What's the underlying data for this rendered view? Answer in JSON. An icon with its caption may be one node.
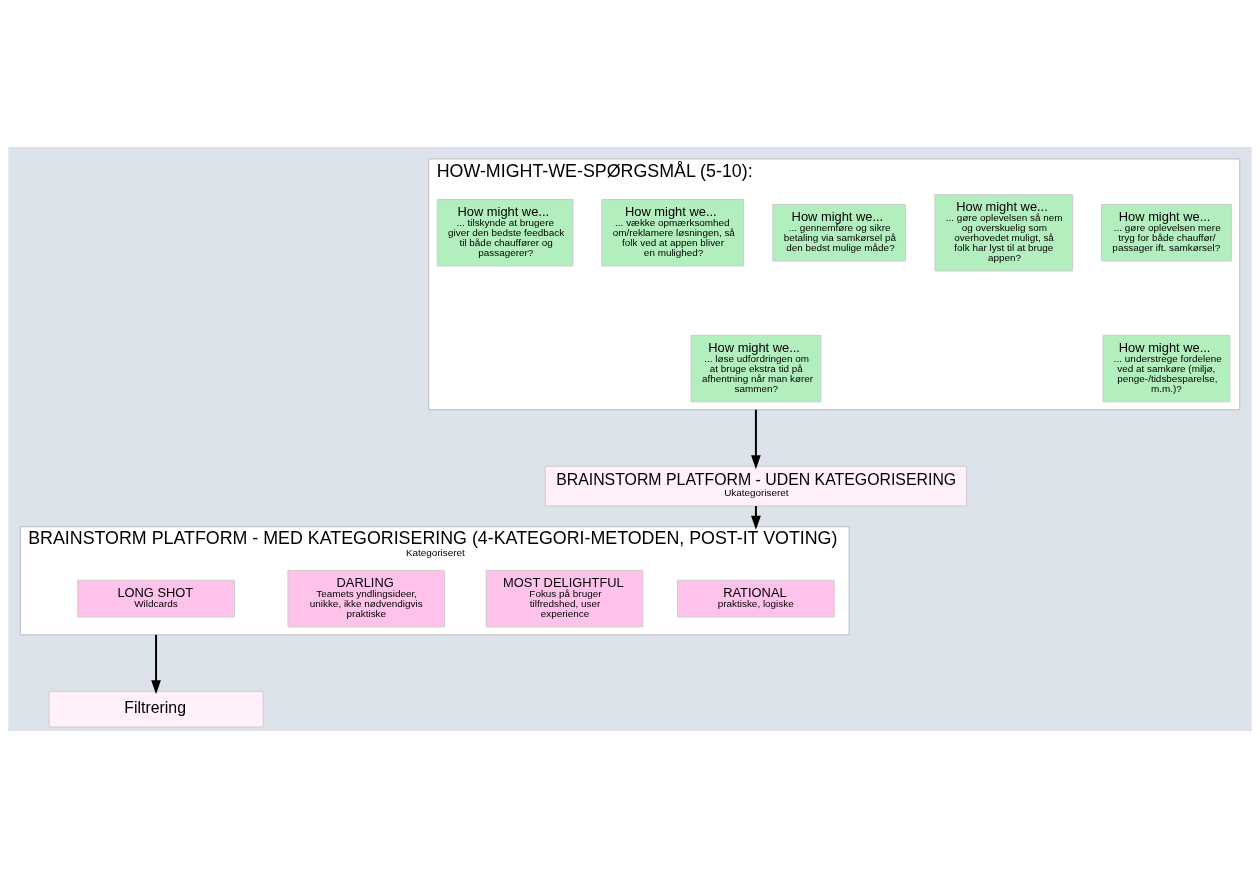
{
  "diagram": {
    "nodes": [
      {
        "text": [
          "BRAINSTORM PLATFORM - UDEN KATEGORISERING",
          "Ukategoriseret"
        ]
      },
      {
        "text": [
          "HOW-MIGHT-WE-SPØRGSMÅL (5-10):"
        ]
      },
      {
        "text": [
          "How might we...",
          "... gøre oplevelsen mere tryg for både chauffør/ passager ift. samkørsel?"
        ],
        "in": 1
      },
      {
        "text": [
          "How might we...",
          "... gøre oplevelsen så nem og overskuelig som overhovedet muligt, så folk har lyst til at bruge appen?"
        ],
        "in": 1
      },
      {
        "text": [
          "How might we...",
          "... gennemføre og sikre betaling via samkørsel på den bedst mulige måde?"
        ],
        "in": 1
      },
      {
        "text": [
          "How might we...",
          "... vække opmærksomhed om/reklamere løsningen, så folk ved at appen bliver en mulighed?"
        ],
        "in": 1
      },
      {
        "text": [
          "How might we...",
          "... tilskynde at brugere giver den bedste feedback til både chauffører og passagerer?"
        ],
        "in": 1
      },
      {
        "text": [
          "How might we...",
          "... understrege fordelene ved at samkøre (miljø, penge-/tidsbesparelse, m.m.)?"
        ],
        "in": 1
      },
      {
        "text": [
          "How might we...",
          "... løse udfordringen om at bruge ekstra tid på afhentning når man kører sammen?"
        ],
        "in": 1
      },
      {
        "text": [
          "BRAINSTORM PLATFORM - MED KATEGORISERING (4-KATEGORI-METODEN, POST-IT VOTING)",
          "Kategoriseret"
        ]
      },
      {
        "text": [
          "RATIONAL",
          "praktiske, logiske"
        ],
        "in": 9
      },
      {
        "text": [
          "MOST DELIGHTFUL",
          "Fokus på bruger tilfredshed, user experience"
        ],
        "in": 9
      },
      {
        "text": [
          "DARLING",
          "Teamets yndlingsideer, unikke, ikke nødvendigvis praktiske"
        ],
        "in": 9
      },
      {
        "text": [
          "LONG SHOT",
          "Wildcards"
        ],
        "in": 9
      },
      {
        "text": [
          "Filtrering"
        ]
      }
    ],
    "edges": [
      {
        "from": 1,
        "to": 0,
        "arrow": "to"
      },
      {
        "from": 0,
        "to": 9,
        "arrow": "to"
      },
      {
        "from": 9,
        "to": 14,
        "arrow": "to"
      }
    ]
  }
}
